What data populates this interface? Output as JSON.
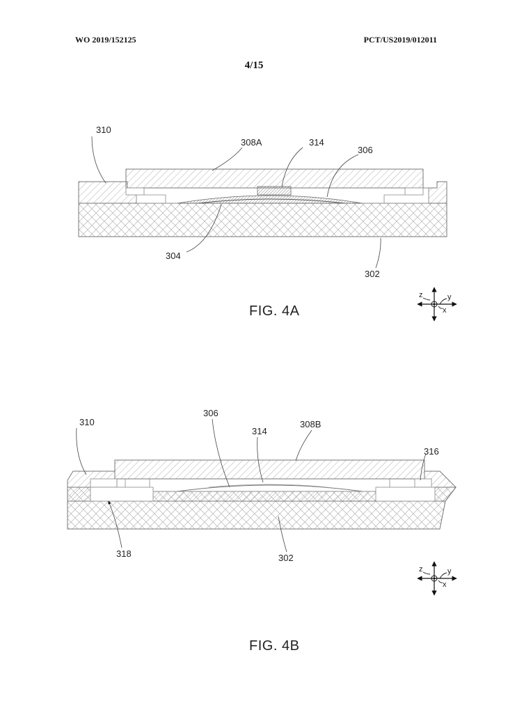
{
  "header": {
    "publication_number": "WO 2019/152125",
    "application_number": "PCT/US2019/012011",
    "sheet": "4/15"
  },
  "figures": [
    {
      "caption": "FIG. 4A",
      "labels": {
        "housing": "310",
        "cover": "308A",
        "element_314": "314",
        "element_306": "306",
        "element_304": "304",
        "substrate": "302"
      },
      "axes": {
        "z": "z",
        "y": "y",
        "x": "x"
      }
    },
    {
      "caption": "FIG. 4B",
      "labels": {
        "housing": "310",
        "element_306": "306",
        "element_314": "314",
        "cover": "308B",
        "element_316": "316",
        "element_318": "318",
        "substrate": "302"
      },
      "axes": {
        "z": "z",
        "y": "y",
        "x": "x"
      }
    }
  ]
}
